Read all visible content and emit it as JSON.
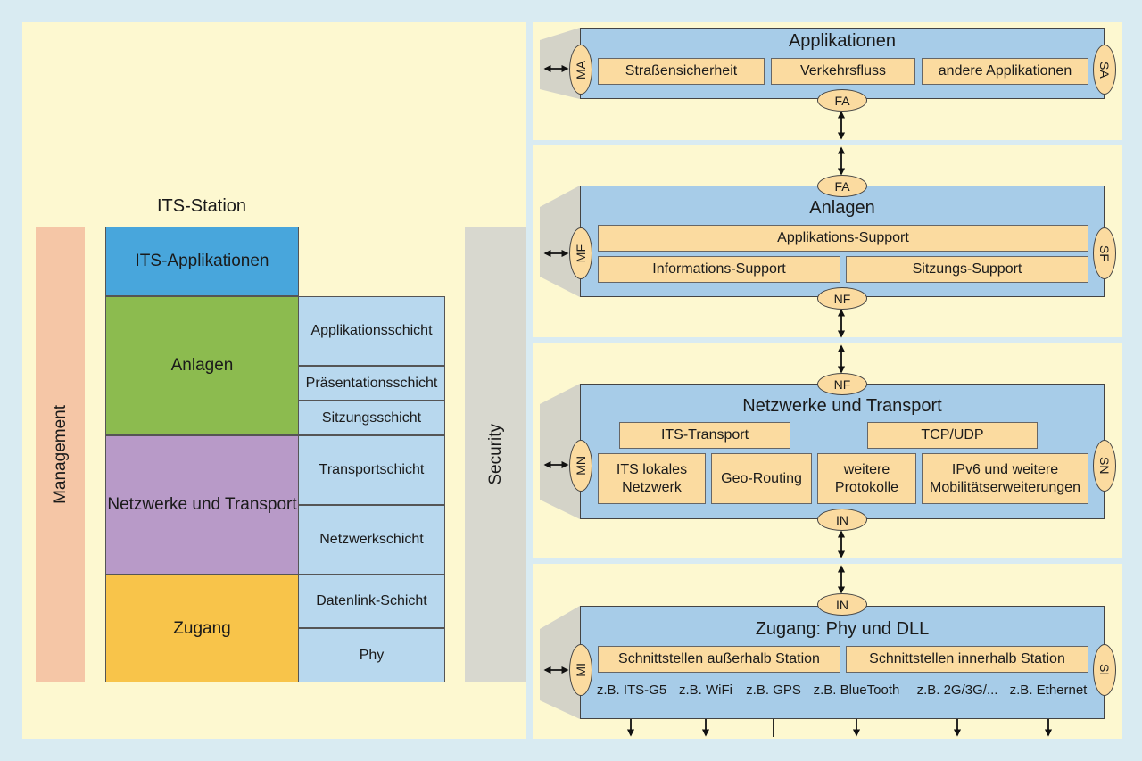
{
  "left": {
    "station_title": "ITS-Station",
    "management": "Management",
    "security": "Security",
    "layers": [
      "ITS-Applikationen",
      "Anlagen",
      "Netzwerke und Transport",
      "Zugang"
    ],
    "osi": [
      "Applikationsschicht",
      "Präsentationsschicht",
      "Sitzungsschicht",
      "Transportschicht",
      "Netzwerkschicht",
      "Datenlink-Schicht",
      "Phy"
    ],
    "colors": {
      "its_app": "#48a6dc",
      "anlagen": "#8cbb4f",
      "netzwerke": "#b89ac8",
      "zugang": "#f8c44a",
      "management": "#f5c6a6",
      "security": "#d8d8cf"
    }
  },
  "panels": {
    "app": {
      "title": "Applikationen",
      "boxes": [
        "Straßensicherheit",
        "Verkehrsfluss",
        "andere Applikationen"
      ],
      "left": "MA",
      "right": "SA",
      "bottom": "FA"
    },
    "anlagen": {
      "title": "Anlagen",
      "top": "FA",
      "support": "Applikations-Support",
      "boxes": [
        "Informations-Support",
        "Sitzungs-Support"
      ],
      "left": "MF",
      "right": "SF",
      "bottom": "NF"
    },
    "net": {
      "title": "Netzwerke und Transport",
      "top": "NF",
      "transport": [
        "ITS-Transport",
        "TCP/UDP"
      ],
      "boxes": [
        "ITS lokales Netzwerk",
        "Geo-Routing",
        "weitere Protokolle",
        "IPv6 und weitere Mobilitätserweiterungen"
      ],
      "left": "MN",
      "right": "SN",
      "bottom": "IN"
    },
    "zugang": {
      "title": "Zugang: Phy und DLL",
      "top": "IN",
      "boxes": [
        "Schnittstellen außerhalb Station",
        "Schnittstellen innerhalb Station"
      ],
      "examples": [
        "z.B. ITS-G5",
        "z.B. WiFi",
        "z.B. GPS",
        "z.B. BlueTooth",
        "z.B. 2G/3G/...",
        "z.B. Ethernet"
      ],
      "left": "MI",
      "right": "SI"
    }
  }
}
